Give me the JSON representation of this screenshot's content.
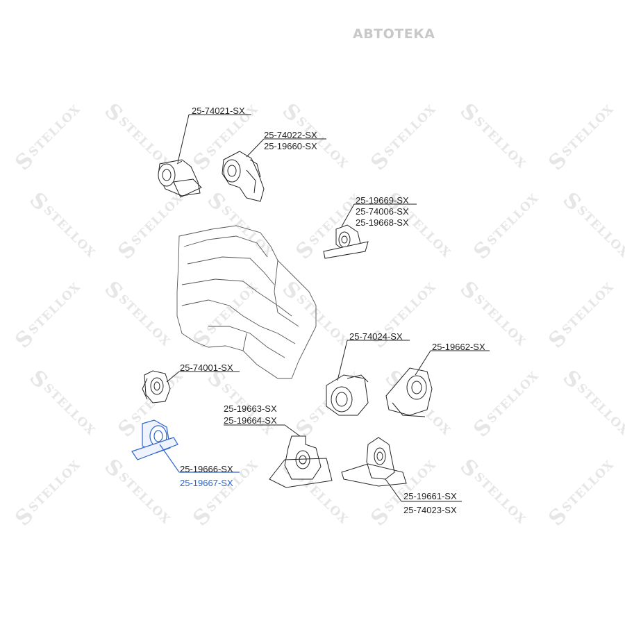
{
  "header": {
    "brand": "АВТОТЕКА"
  },
  "watermark": {
    "text": "STELLOX",
    "color": "#e6e6e6"
  },
  "labels": {
    "p74021": "25-74021-SX",
    "p74022": "25-74022-SX",
    "p19660": "25-19660-SX",
    "p19669": "25-19669-SX",
    "p74006": "25-74006-SX",
    "p19668": "25-19668-SX",
    "p74024": "25-74024-SX",
    "p19662": "25-19662-SX",
    "p74001": "25-74001-SX",
    "p19663": "25-19663-SX",
    "p19664": "25-19664-SX",
    "p19666": "25-19666-SX",
    "p19667": "25-19667-SX",
    "p19661": "25-19661-SX",
    "p74023": "25-74023-SX"
  },
  "colors": {
    "highlight": "#2c64c8",
    "part_fill": "#ffffff",
    "line": "#222222"
  }
}
